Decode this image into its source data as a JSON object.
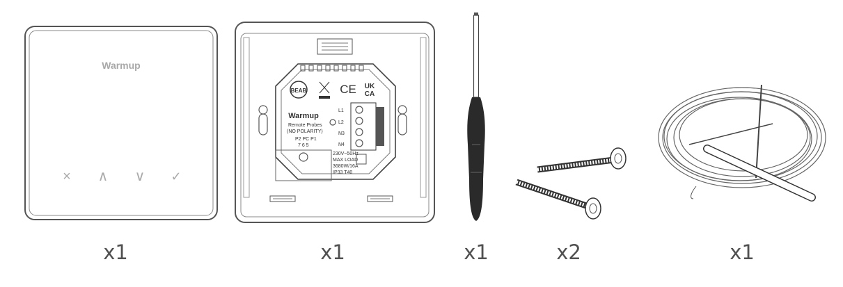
{
  "items": [
    {
      "name": "thermostat-front",
      "quantity": "x1",
      "brand": "Warmup",
      "keys": [
        "×",
        "∧",
        "∨",
        "✓"
      ]
    },
    {
      "name": "thermostat-back",
      "quantity": "x1",
      "brand": "Warmup",
      "cert": "BEAB",
      "mark_ce": "CE",
      "mark_ukca_top": "UK",
      "mark_ukca_bottom": "CA",
      "terminals": {
        "probes_line1": "Remote Probes",
        "probes_line2": "(NO POLARITY)",
        "probe_labels": "P2  PC  P1",
        "probe_numbers": "7   6   5",
        "terminal_labels": [
          "L1",
          "L2",
          "N3",
          "N4"
        ],
        "spec_lines": [
          "230V~50Hz",
          "MAX LOAD",
          "3680W/16A",
          "IP33  T40"
        ]
      }
    },
    {
      "name": "screwdriver",
      "quantity": "x1"
    },
    {
      "name": "screws",
      "quantity": "x2"
    },
    {
      "name": "floor-probe-cable",
      "quantity": "x1"
    }
  ]
}
